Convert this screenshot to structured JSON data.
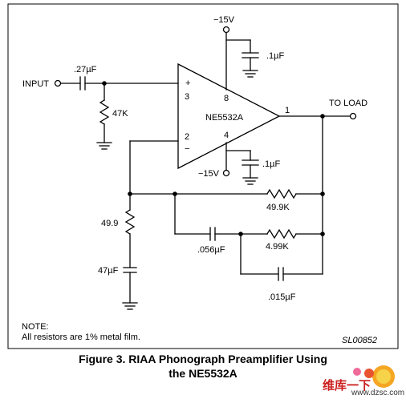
{
  "schematic": {
    "op_amp": {
      "part": "NE5532A",
      "pin_plus_sign": "+",
      "pin_minus_sign": "−",
      "pin_3": "3",
      "pin_2": "2",
      "pin_8": "8",
      "pin_4": "4",
      "pin_1": "1"
    },
    "labels": {
      "input": "INPUT",
      "to_load": "TO LOAD",
      "supply_top": "−15V",
      "supply_bottom": "−15V",
      "c_input": ".27µF",
      "c_bypass_top": ".1µF",
      "c_bypass_bottom": ".1µF",
      "r_input": "47K",
      "r_gain": "49.9",
      "c_gain": "47µF",
      "r_fb1": "49.9K",
      "r_fb2": "4.99K",
      "c_fb1": ".056µF",
      "c_fb2": ".015µF"
    },
    "note_title": "NOTE:",
    "note_text": "All resistors are 1% metal film.",
    "drawing_code": "SL00852"
  },
  "caption": {
    "line1": "Figure  3.  RIAA Phonograph Preamplifier Using",
    "line2": "the NE5532A"
  },
  "watermark": {
    "text": "维库一下",
    "url": "www.dzsc.com"
  }
}
